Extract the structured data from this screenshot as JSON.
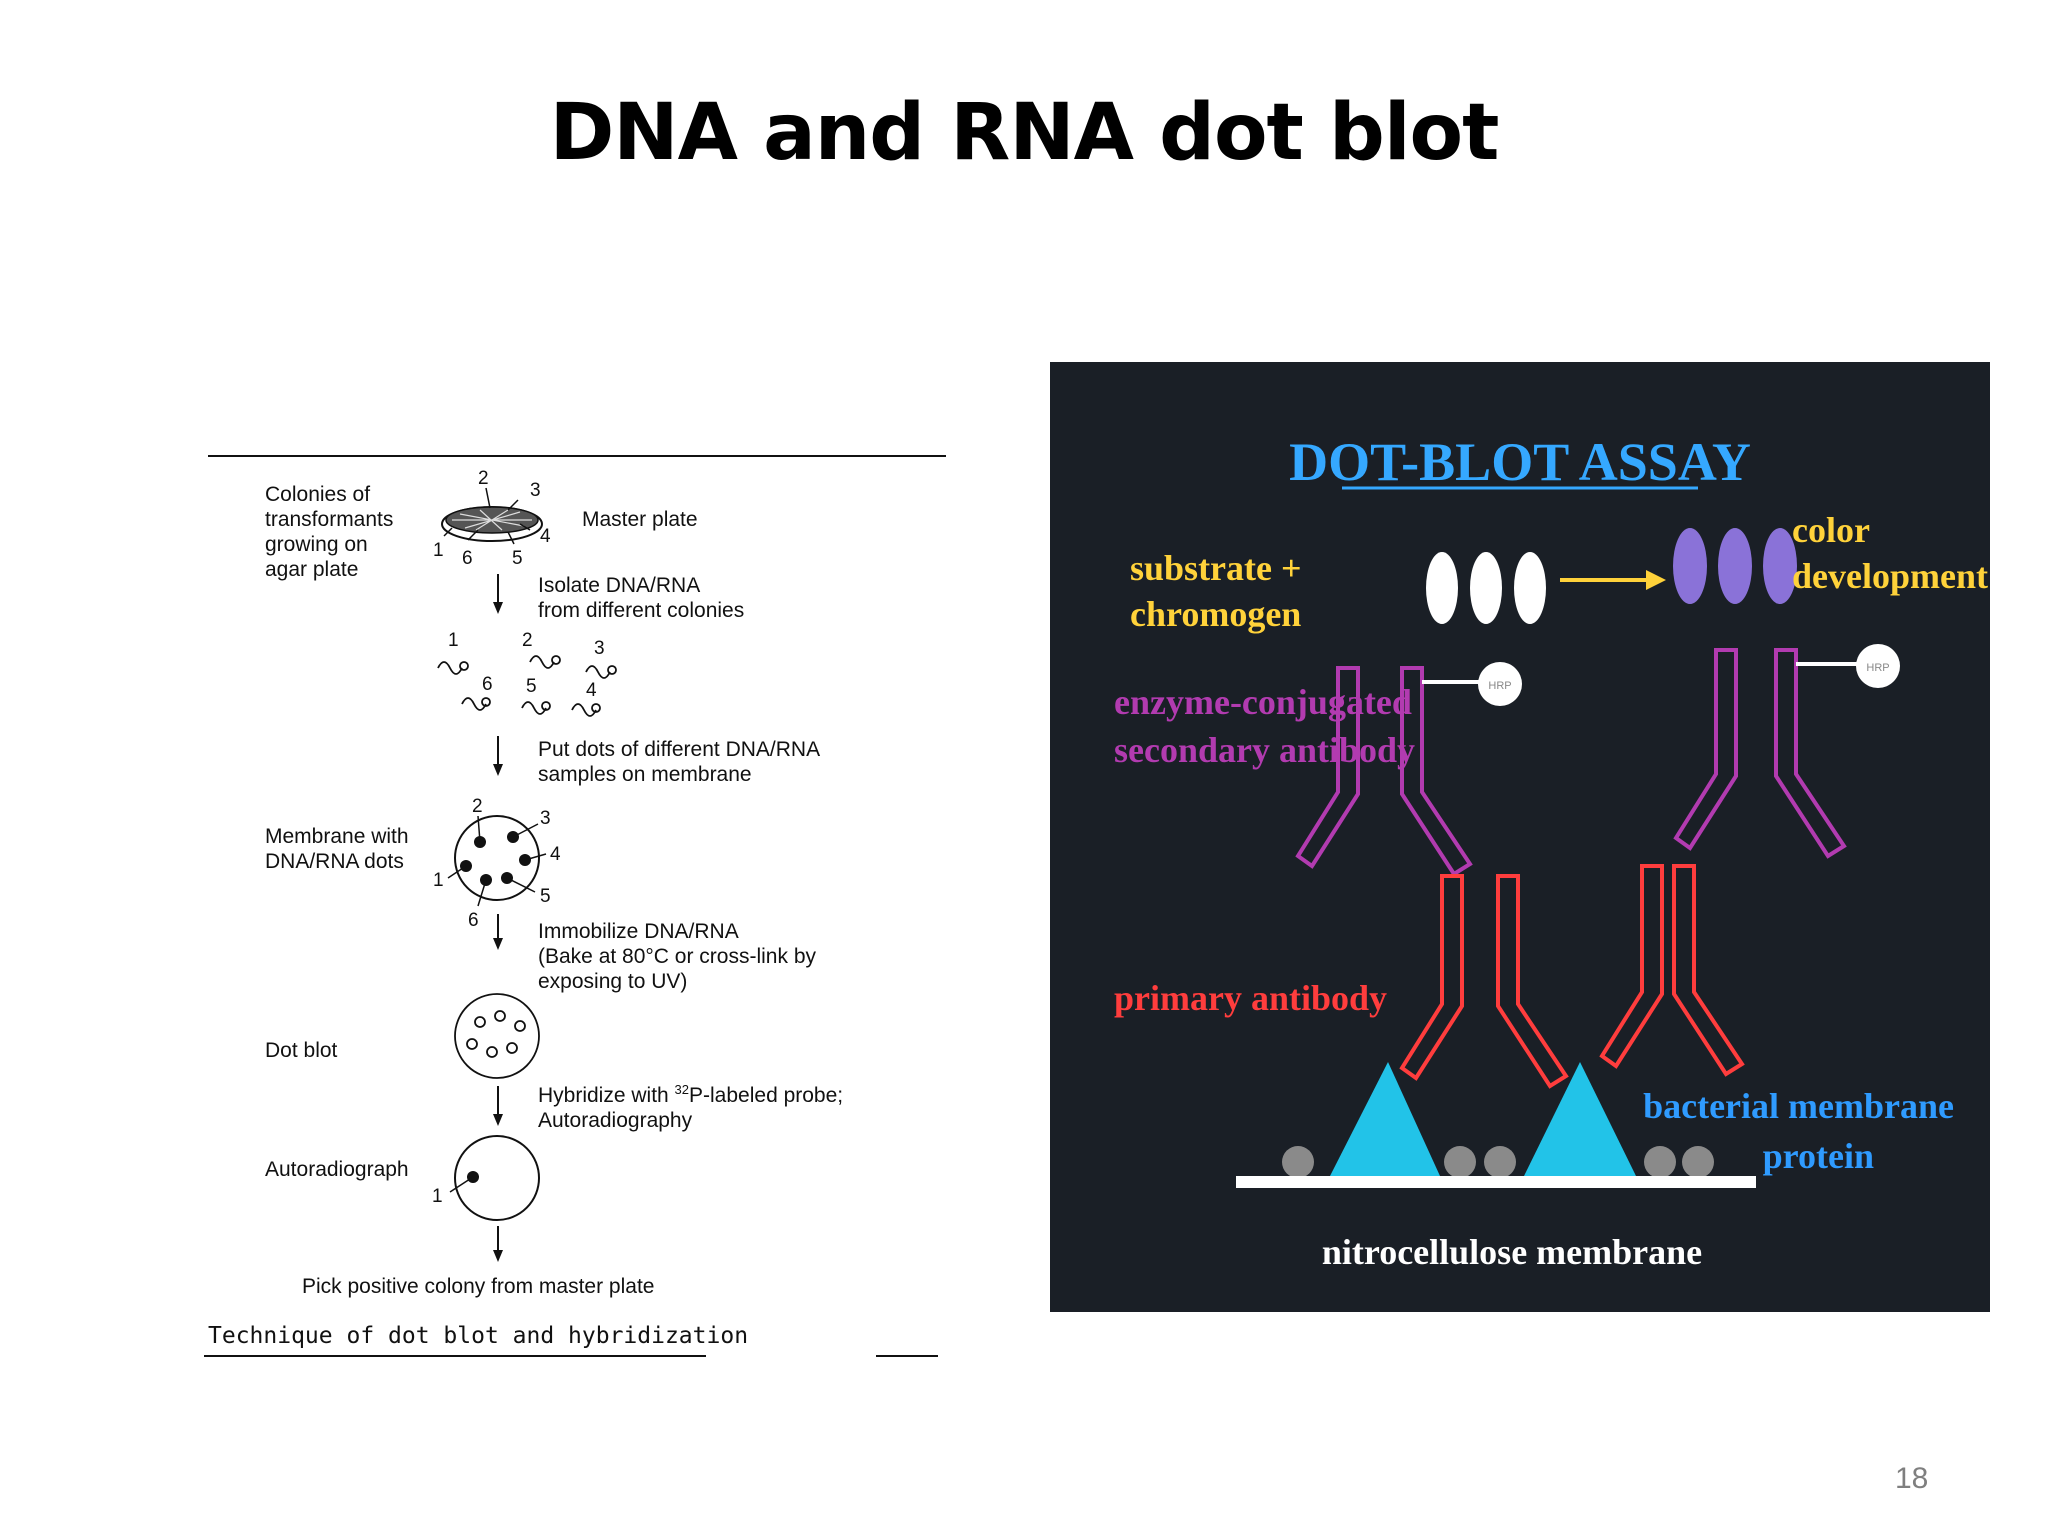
{
  "slide": {
    "title": "DNA and RNA dot blot",
    "page_number": "18"
  },
  "left_diagram": {
    "labels": {
      "colonies": [
        "Colonies of",
        "transformants",
        "growing on",
        "agar plate"
      ],
      "master_plate": "Master plate",
      "membrane": [
        "Membrane with",
        "DNA/RNA dots"
      ],
      "dot_blot": "Dot blot",
      "autoradiograph": "Autoradiograph"
    },
    "steps": {
      "isolate": [
        "Isolate DNA/RNA",
        "from different colonies"
      ],
      "put_dots": [
        "Put dots of different DNA/RNA",
        "samples on membrane"
      ],
      "immobilize": [
        "Immobilize DNA/RNA",
        "(Bake at 80°C or cross-link by",
        "exposing to UV)"
      ],
      "hybridize_pre": "Hybridize with ",
      "hybridize_sup": "32",
      "hybridize_post": "P-labeled probe;",
      "hybridize_line2": "Autoradiography",
      "pick": "Pick positive colony from master plate"
    },
    "numbers": [
      "1",
      "2",
      "3",
      "4",
      "5",
      "6"
    ],
    "caption": "Technique of dot blot and hybridization"
  },
  "right_diagram": {
    "title": "DOT-BLOT ASSAY",
    "substrate": [
      "substrate +",
      "chromogen"
    ],
    "color_development": [
      "color",
      "development"
    ],
    "secondary_antibody": [
      "enzyme-conjugated",
      "secondary antibody"
    ],
    "primary_antibody": "primary antibody",
    "bacterial_protein": [
      "bacterial membrane",
      "protein"
    ],
    "membrane": "nitrocellulose membrane",
    "enzyme_tag": "HRP",
    "colors": {
      "background": "#1a1f26",
      "title": "#35a8ff",
      "substrate_label": "#ffd23a",
      "secondary": "#b23bb0",
      "primary": "#ff3d3d",
      "bacterial": "#2f9bff",
      "antigen": "#22c3e8",
      "colored_dots": "#8a72d8"
    }
  }
}
